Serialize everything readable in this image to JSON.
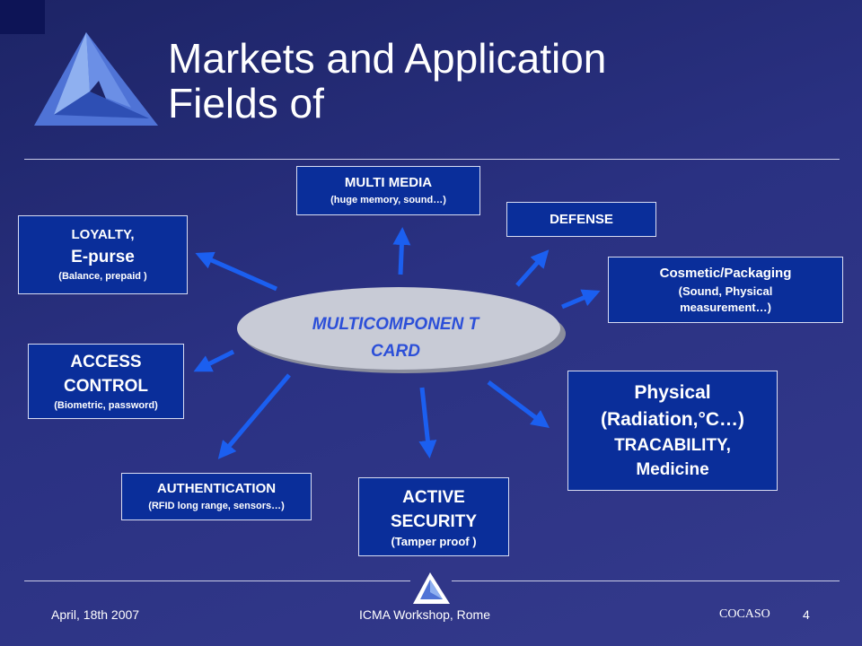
{
  "title": {
    "line1": "Markets and Application",
    "line2": "Fields of"
  },
  "center_card": {
    "line1": "MULTICOMPONEN",
    "line2": "T CARD"
  },
  "boxes": {
    "multimedia": {
      "title": "MULTI MEDIA",
      "sub": "(huge memory, sound…)"
    },
    "defense": {
      "title": "DEFENSE"
    },
    "loyalty": {
      "line1": "LOYALTY,",
      "line2": "E-purse",
      "sub": "(Balance, prepaid )"
    },
    "cosmetic": {
      "title": "Cosmetic/Packaging",
      "sub1": "(Sound, Physical",
      "sub2": "measurement…)"
    },
    "access": {
      "line1": "ACCESS",
      "line2": "CONTROL",
      "sub": "(Biometric, password)"
    },
    "physical": {
      "line1": "Physical",
      "line2": "(Radiation,°C…)",
      "line3": "TRACABILITY,",
      "line4": "Medicine"
    },
    "authentication": {
      "title": "AUTHENTICATION",
      "sub": "(RFID long range, sensors…)"
    },
    "active_security": {
      "line1": "ACTIVE",
      "line2": "SECURITY",
      "sub": "(Tamper proof )"
    }
  },
  "footer": {
    "date": "April, 18th 2007",
    "event": "ICMA Workshop, Rome",
    "brand": "COCASO",
    "page": "4"
  },
  "colors": {
    "box_fill": "#0a2e9a",
    "arrow": "#1b5ff0",
    "card_fill": "#c8cbd6",
    "card_text": "#2c4fd8",
    "background": "#2a3182"
  },
  "icons": {
    "logo": "triangle-logo-icon",
    "footer_logo": "triangle-logo-icon"
  }
}
